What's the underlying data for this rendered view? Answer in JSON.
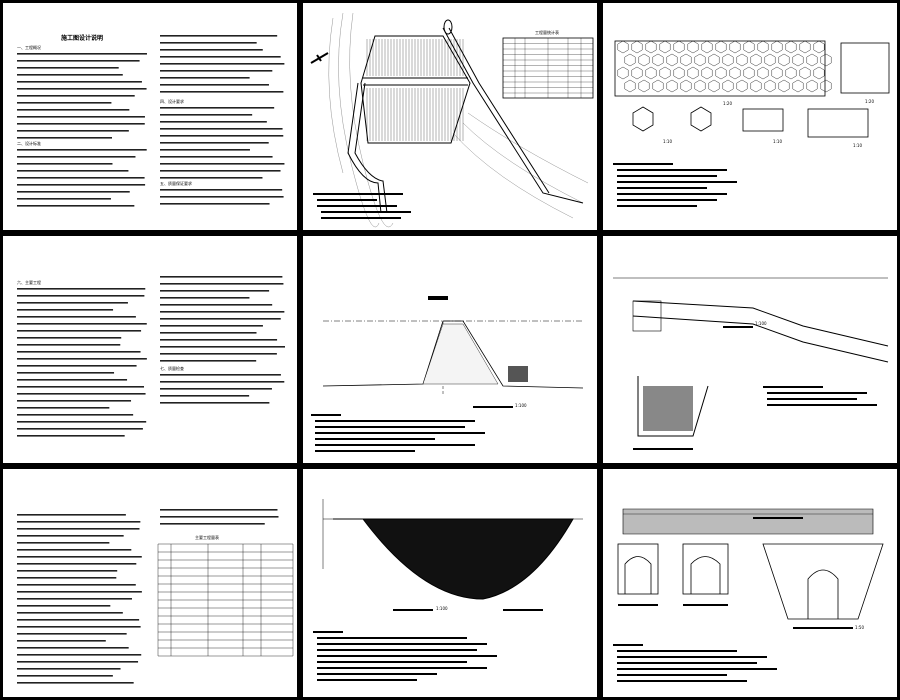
{
  "sheets": [
    {
      "id": "design-notes-1",
      "title": "施工图设计说明",
      "headings": [
        "一、工程概况",
        "二、设计标准",
        "四、设计要求",
        "五、质量保证要求"
      ]
    },
    {
      "id": "site-plan",
      "table_title": "工程量统计表"
    },
    {
      "id": "gabion-details",
      "labels": [
        "1:20",
        "1:20",
        "1:10",
        "1:10",
        "1:10"
      ]
    },
    {
      "id": "design-notes-2",
      "headings": [
        "六、主要工程",
        "七、质量检查"
      ]
    },
    {
      "id": "dam-section",
      "scale": "1:100"
    },
    {
      "id": "profile-section",
      "scale": "1:100"
    },
    {
      "id": "design-notes-3",
      "table_title": "主要工程量表"
    },
    {
      "id": "fill-section",
      "scale": "1:100"
    },
    {
      "id": "culvert-details",
      "scale": "1:50"
    }
  ]
}
